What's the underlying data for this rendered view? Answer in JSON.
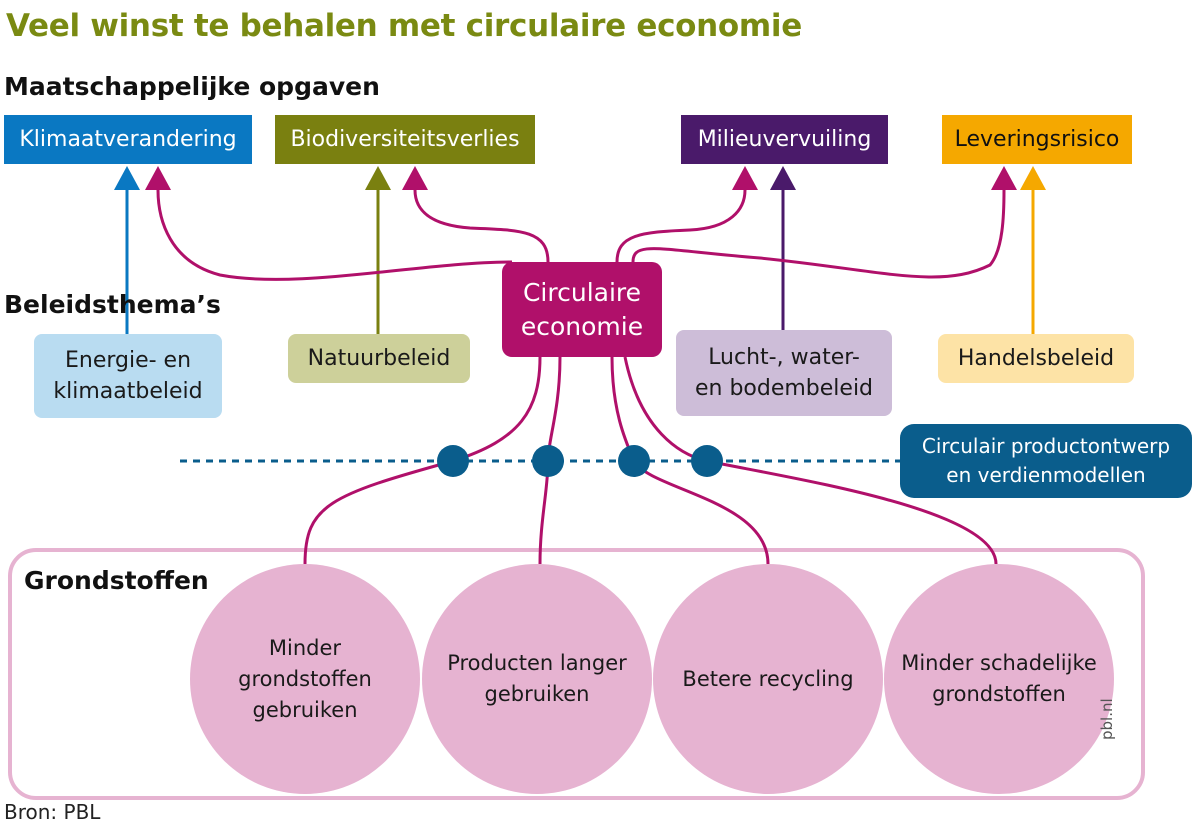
{
  "title": "Veel winst te behalen met circulaire economie",
  "sections": {
    "opgaven": "Maatschappelijke opgaven",
    "beleid": "Beleidsthema’s",
    "grondstoffen": "Grondstoffen"
  },
  "challenges": [
    {
      "label": "Klimaatverandering",
      "color": "#0a78c2"
    },
    {
      "label": "Biodiversiteitsverlies",
      "color": "#7a8010"
    },
    {
      "label": "Milieuvervuiling",
      "color": "#4a1a6a"
    },
    {
      "label": "Leveringsrisico",
      "color": "#f5a800"
    }
  ],
  "themes": [
    {
      "line1": "Energie- en",
      "line2": "klimaatbeleid",
      "color": "#b9dcf1"
    },
    {
      "line1": "Natuurbeleid",
      "line2": "",
      "color": "#cdd09a"
    },
    {
      "line1": "Lucht-, water-",
      "line2": "en bodembeleid",
      "color": "#cdbdd8"
    },
    {
      "line1": "Handelsbeleid",
      "line2": "",
      "color": "#fde3a6"
    }
  ],
  "center": {
    "line1": "Circulaire",
    "line2": "economie",
    "color": "#b0106a"
  },
  "design": {
    "line1": "Circulair productontwerp",
    "line2": "en verdienmodellen",
    "color": "#0a5d8c"
  },
  "circles": [
    {
      "line1": "Minder",
      "line2": "grondstoffen",
      "line3": "gebruiken"
    },
    {
      "line1": "Producten langer",
      "line2": "gebruiken",
      "line3": ""
    },
    {
      "line1": "Betere recycling",
      "line2": "",
      "line3": ""
    },
    {
      "line1": "Minder schadelijke",
      "line2": "grondstoffen",
      "line3": ""
    }
  ],
  "watermark": "pbl.nl",
  "source": "Bron: PBL"
}
